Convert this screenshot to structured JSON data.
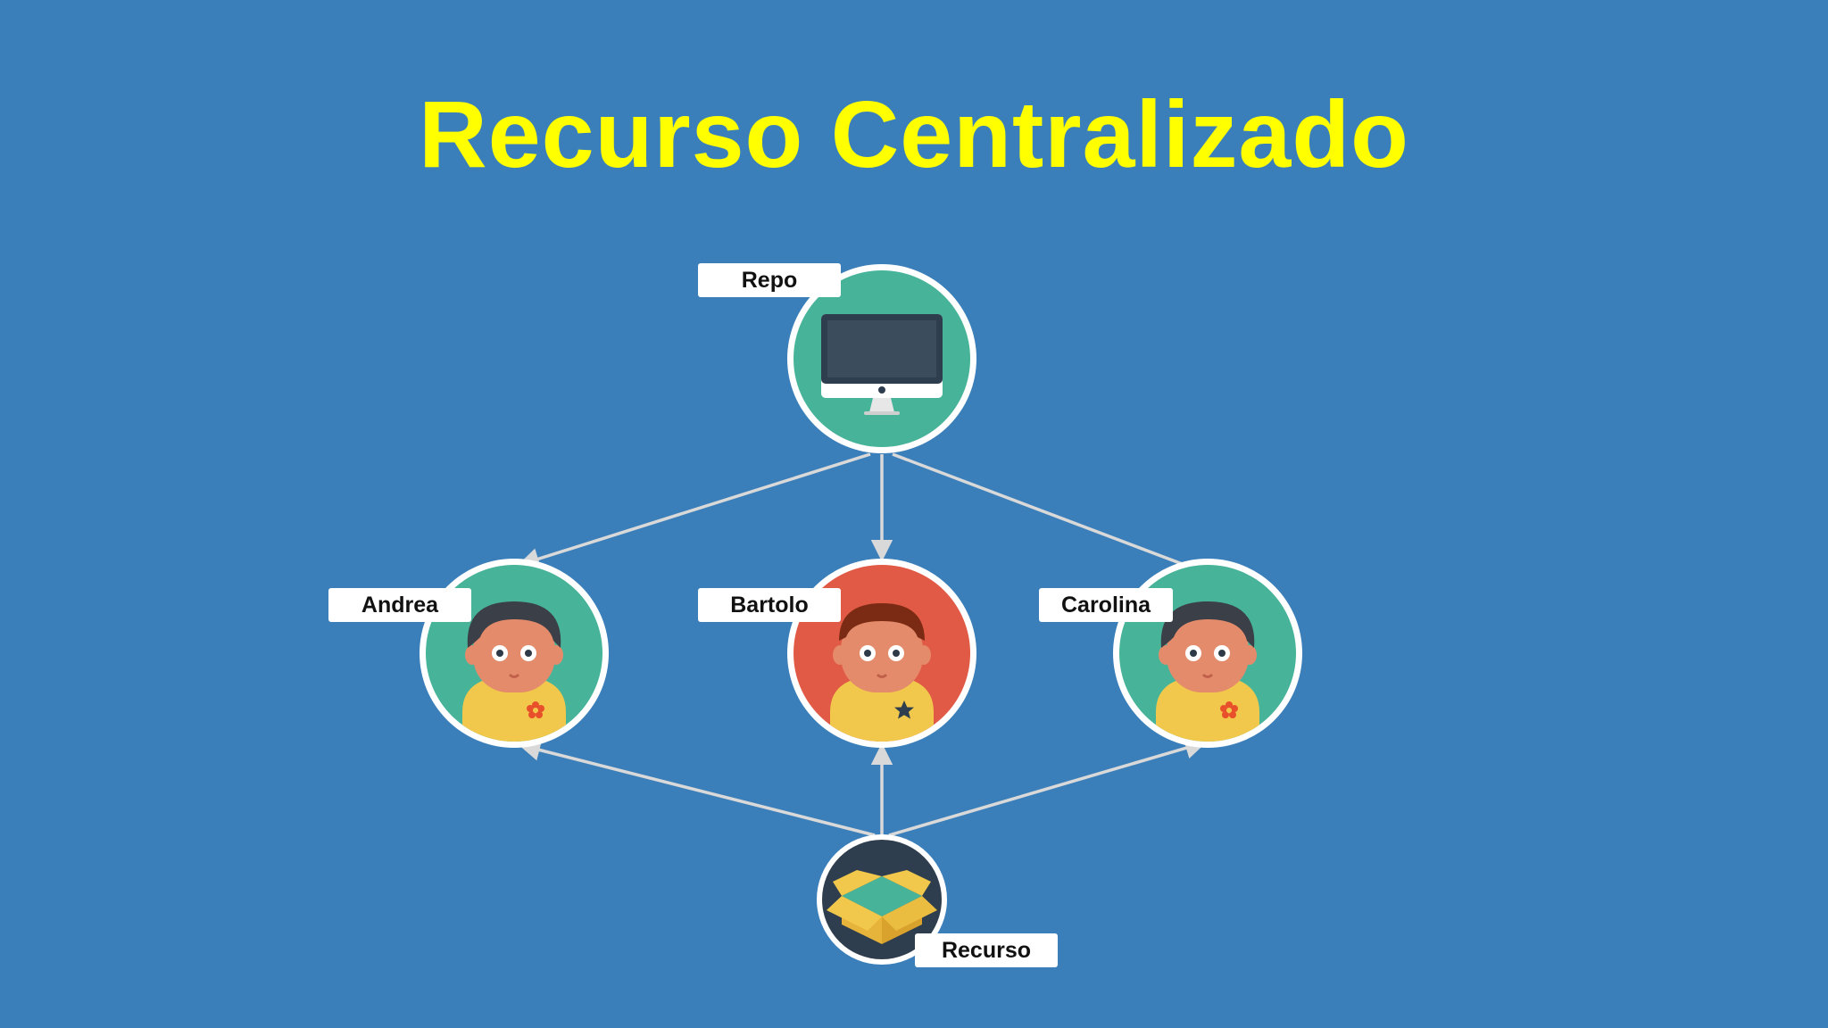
{
  "title": "Recurso Centralizado",
  "nodes": {
    "repo": {
      "label": "Repo"
    },
    "andrea": {
      "label": "Andrea"
    },
    "bartolo": {
      "label": "Bartolo"
    },
    "carolina": {
      "label": "Carolina"
    },
    "recurso": {
      "label": "Recurso"
    }
  },
  "colors": {
    "background": "#3b7fba",
    "title": "#ffff00",
    "node_teal": "#47b49a",
    "node_red": "#e05a45",
    "node_dark": "#2f3e4e",
    "arrow": "#d9d9d9"
  },
  "icons": {
    "repo": "computer-monitor-icon",
    "people": "person-avatar-icon",
    "recurso": "open-box-icon"
  }
}
